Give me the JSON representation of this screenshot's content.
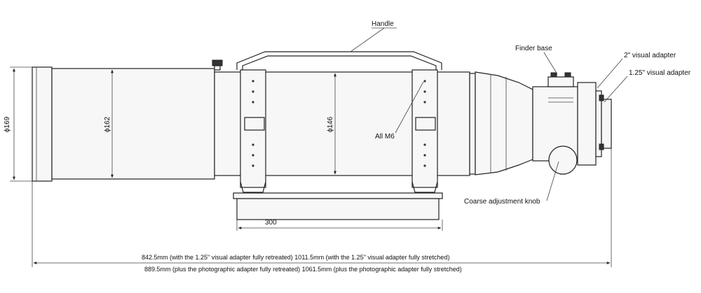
{
  "labels": {
    "handle": "Handle",
    "finder_base": "Finder base",
    "visual_2in": "2\" visual adapter",
    "visual_125in": "1.25\" visual adapter",
    "all_m6": "All M6",
    "coarse_knob": "Coarse adjustment knob"
  },
  "dimensions": {
    "d169": "ϕ169",
    "d162": "ϕ162",
    "d146": "ϕ146",
    "w300": "300",
    "length_line1": "842.5mm  (with the 1.25\" visual adapter fully retreated)   1011.5mm  (with the 1.25\" visual adapter fully stretched)",
    "length_line2": "889.5mm  (plus the photographic adapter fully retreated)   1061.5mm  (plus the photographic adapter fully stretched)"
  }
}
